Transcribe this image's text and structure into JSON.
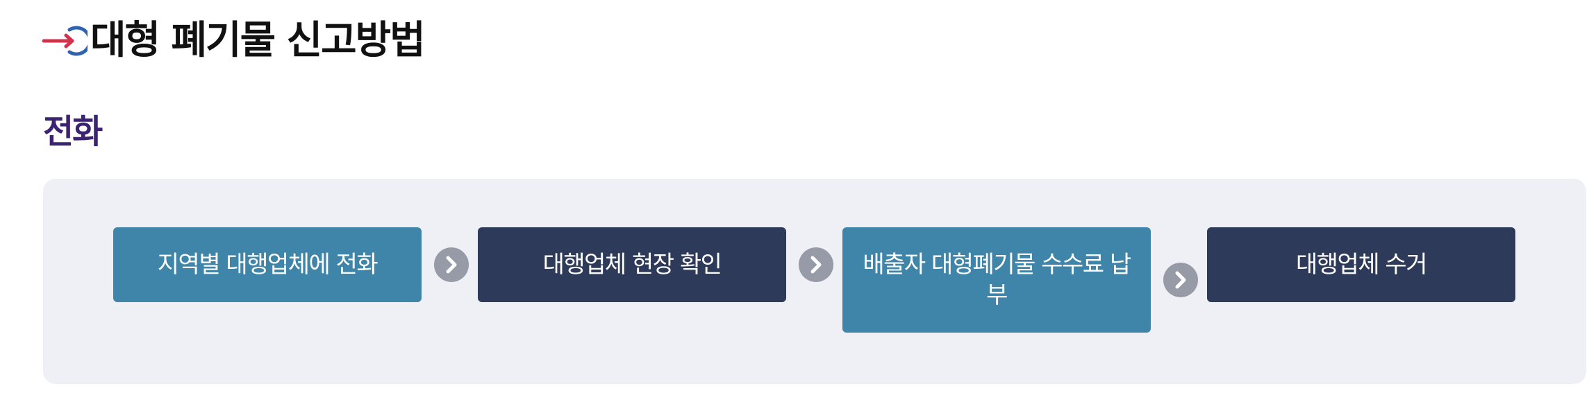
{
  "header": {
    "title": "대형 폐기물 신고방법",
    "icon": "arrow-into-circle-icon"
  },
  "section": {
    "title": "전화"
  },
  "steps": [
    {
      "label": "지역별 대행업체에 전화"
    },
    {
      "label": "대행업체 현장 확인"
    },
    {
      "label": "배출자 대형폐기물 수수료 납부"
    },
    {
      "label": "대행업체 수거"
    }
  ],
  "colors": {
    "step_light": "#3f85a9",
    "step_dark": "#2e3a59",
    "section_title": "#3b2273",
    "panel_background": "#eff0f5",
    "arrow_circle": "#979ba8",
    "icon_red": "#d2334a",
    "icon_blue": "#2f62b0"
  }
}
